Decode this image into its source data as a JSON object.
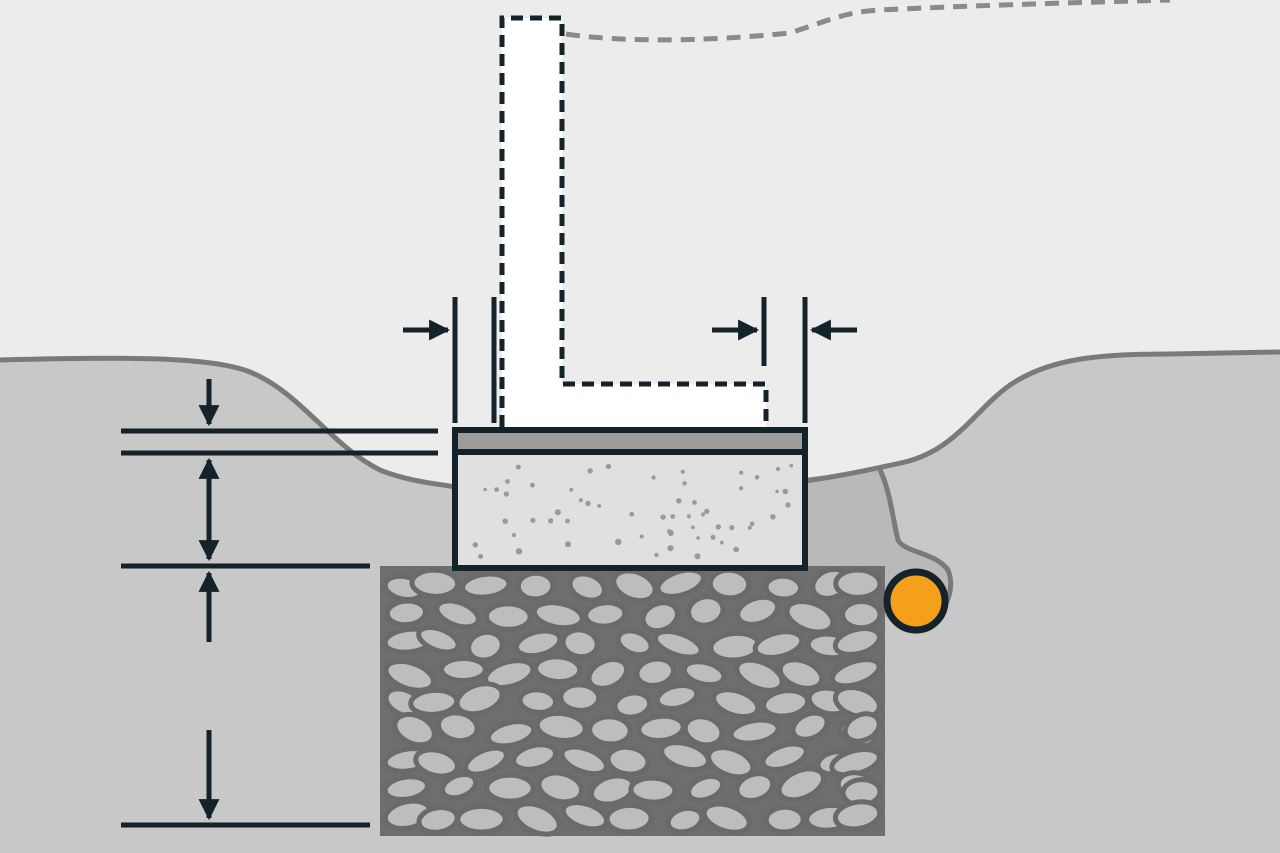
{
  "colors": {
    "sky": "#ececec",
    "ground": "#c8c8c8",
    "ground_line": "#7a7a7a",
    "dark": "#14222a",
    "footing_fill": "#e0e0e0",
    "membrane": "#9c9c9c",
    "gravel_bed": "#6e6e6e",
    "stone_fill": "#bdbdbd",
    "stone_edge": "#6a6a6a",
    "aggregate": "#9a9a9a",
    "drain_pipe": "#f4a01b",
    "wall": "#ffffff"
  },
  "components": [
    {
      "name": "wall-stem",
      "style": "dashed outline"
    },
    {
      "name": "concrete-footing",
      "style": "solid"
    },
    {
      "name": "waterproof-layer",
      "style": "solid"
    },
    {
      "name": "gravel-bed",
      "style": "stones"
    },
    {
      "name": "drain-pipe",
      "style": "circle"
    }
  ],
  "dimension_indicators": [
    {
      "name": "footing-left-overhang",
      "direction": "horizontal"
    },
    {
      "name": "footing-right-overhang",
      "direction": "horizontal"
    },
    {
      "name": "membrane-thickness",
      "direction": "vertical"
    },
    {
      "name": "footing-thickness",
      "direction": "vertical"
    },
    {
      "name": "gravel-depth",
      "direction": "vertical"
    }
  ]
}
